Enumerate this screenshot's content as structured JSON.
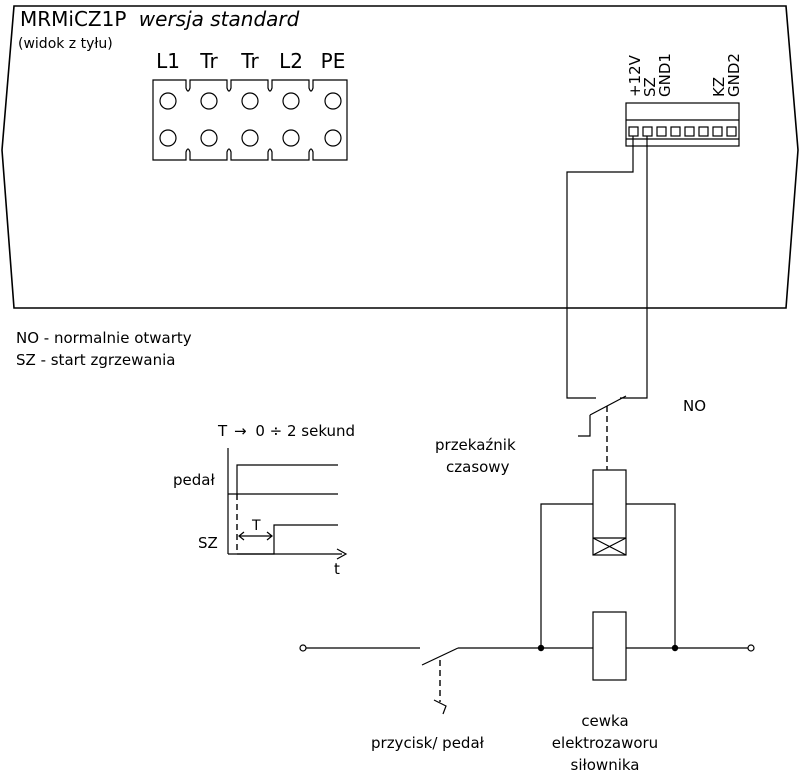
{
  "device": {
    "model": "MRMiCZ1P",
    "variant": "wersja standard",
    "view_note": "(widok z tyłu)"
  },
  "power_terminals": [
    "L1",
    "Tr",
    "Tr",
    "L2",
    "PE"
  ],
  "signal_connector": {
    "pin_labels_left": [
      "+12V",
      "SZ",
      "GND1"
    ],
    "pin_labels_right": [
      "KZ",
      "GND2"
    ]
  },
  "legend": [
    "NO - normalnie otwarty",
    "SZ - start zgrzewania"
  ],
  "timing": {
    "title": "T",
    "title_suffix": "0 ÷ 2 sekund",
    "arrow_glyph": "→",
    "row_pedal": "pedał",
    "row_sz": "SZ",
    "interval_label": "T",
    "axis_label": "t"
  },
  "circuit": {
    "contact_label": "NO",
    "relay_label_line1": "przekaźnik",
    "relay_label_line2": "czasowy",
    "button_label": "przycisk/ pedał",
    "coil_label_line1": "cewka",
    "coil_label_line2": "elektrozaworu",
    "coil_label_line3": "siłownika"
  }
}
